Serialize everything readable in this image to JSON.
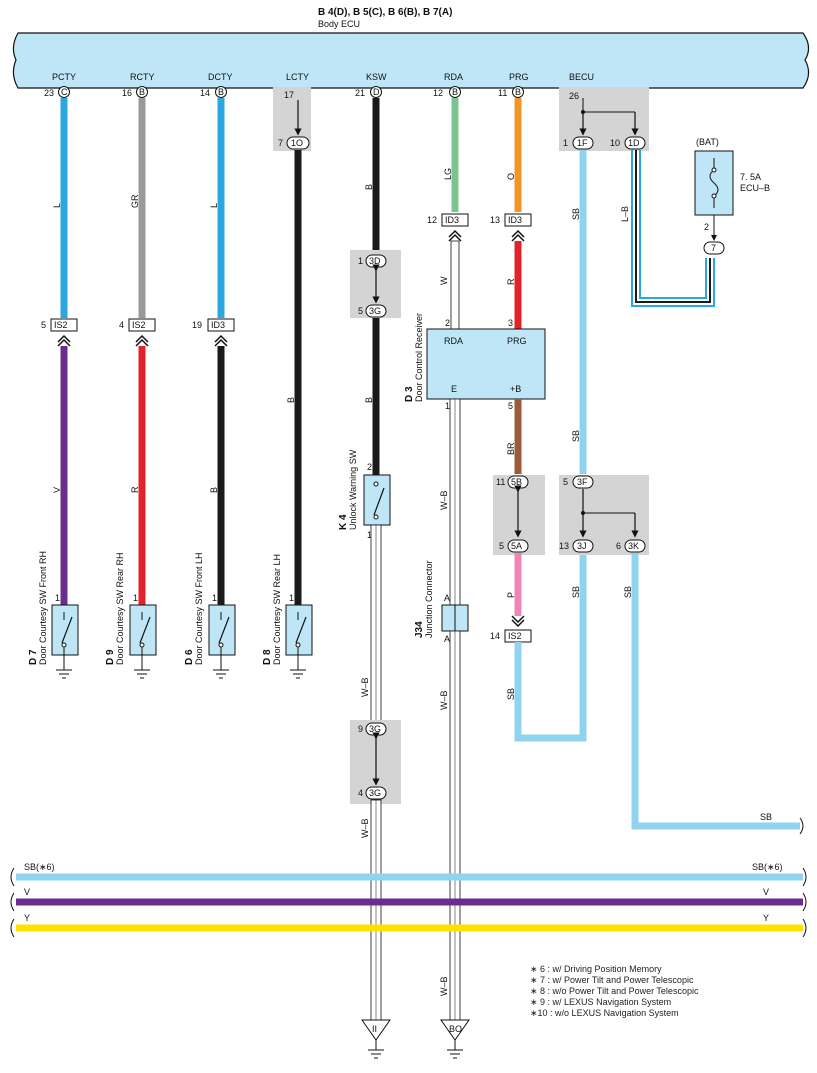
{
  "header": {
    "connectors": "B 4(D), B 5(C), B 6(B), B 7(A)",
    "ecu_name": "Body ECU"
  },
  "ecu_pins": [
    {
      "name": "PCTY",
      "num": "23",
      "conn": "C"
    },
    {
      "name": "RCTY",
      "num": "16",
      "conn": "B"
    },
    {
      "name": "DCTY",
      "num": "14",
      "conn": "B"
    },
    {
      "name": "LCTY",
      "num": "17",
      "conn": ""
    },
    {
      "name": "KSW",
      "num": "21",
      "conn": "D"
    },
    {
      "name": "RDA",
      "num": "12",
      "conn": "B"
    },
    {
      "name": "PRG",
      "num": "11",
      "conn": "B"
    },
    {
      "name": "BECU",
      "num": "26",
      "conn": ""
    }
  ],
  "wire_colors": {
    "L": "#29a8e0",
    "GR": "#9a9a9a",
    "B": "#1a1a1a",
    "LG": "#7cc48f",
    "O": "#f39425",
    "W": "#ffffff",
    "R": "#e3232c",
    "V": "#6a2c8f",
    "SB": "#8fd3f0",
    "BR": "#9c5b3a",
    "P": "#ec86b8",
    "Y": "#ffe100",
    "W-B": "#ffffff"
  },
  "wire_labels": {
    "pcty": "L",
    "rcty": "GR",
    "dcty": "L",
    "ksw_top": "B",
    "lcty": "B",
    "ksw_mid": "B",
    "rda_top": "LG",
    "prg_top": "O",
    "rda_mid": "W",
    "prg_mid": "R",
    "becu": "SB",
    "lb": "L–B",
    "d7": "V",
    "d9": "R",
    "d6": "B",
    "brs": "BR",
    "wb1": "W–B",
    "sb2": "SB",
    "p": "P",
    "sb3": "SB",
    "sb4": "SB",
    "sb5": "SB",
    "wb_k4": "W–B",
    "wb_j34": "W–B",
    "wb_k4b": "W–B",
    "wb_j34b": "W–B",
    "sb_end": "SB"
  },
  "connector_tags": {
    "is2_a": "IS2",
    "is2_b": "IS2",
    "id3_a": "ID3",
    "id3_rda": "ID3",
    "id3_prg": "ID3",
    "is2_p": "IS2"
  },
  "pin_nums": {
    "p5": "5",
    "p4": "4",
    "p19": "19",
    "p7": "7",
    "c1o": "1O",
    "p12": "12",
    "p13": "13",
    "p1": "1",
    "c1f": "1F",
    "p10": "10",
    "c1d": "1D",
    "p1_3d": "1",
    "c3d": "3D",
    "p5_3g": "5",
    "c3g": "3G",
    "p2": "2",
    "p3": "3",
    "p1d3": "1",
    "p5d3": "5",
    "p2k4": "2",
    "p1k4": "1",
    "p11": "11",
    "c5b": "5B",
    "p5a": "5",
    "c5a": "5A",
    "p5_3f": "5",
    "c3f": "3F",
    "p13_3j": "13",
    "c3j": "3J",
    "p6": "6",
    "c3k": "3K",
    "p14": "14",
    "pa1": "A",
    "pa2": "A",
    "p9": "9",
    "c3g2": "3G",
    "p4b": "4",
    "c3g3": "3G",
    "sw1": "1",
    "sw2": "1",
    "sw3": "1",
    "sw4": "1",
    "bat_pin": "2",
    "bat_conn": "7"
  },
  "components": {
    "d7": {
      "code": "D 7",
      "name": "Door Courtesy SW Front RH"
    },
    "d9": {
      "code": "D 9",
      "name": "Door Courtesy SW Rear RH"
    },
    "d6": {
      "code": "D 6",
      "name": "Door Courtesy SW Front LH"
    },
    "d8": {
      "code": "D 8",
      "name": "Door Courtesy SW Rear LH"
    },
    "k4": {
      "code": "K 4",
      "name": "Unlock Warning SW"
    },
    "d3": {
      "code": "D 3",
      "name": "Door Control Receiver",
      "pin_rda": "RDA",
      "pin_prg": "PRG",
      "pin_e": "E",
      "pin_b": "+B"
    },
    "j34": {
      "code": "J34",
      "name": "Junction Connector"
    }
  },
  "fuse": {
    "bat": "(BAT)",
    "rating": "7. 5A",
    "name": "ECU–B"
  },
  "buses": [
    {
      "left": "SB(∗6)",
      "right": "SB(∗6)",
      "color": "#8fd3f0"
    },
    {
      "left": "V",
      "right": "V",
      "color": "#6a2c8f"
    },
    {
      "left": "Y",
      "right": "Y",
      "color": "#ffe100"
    }
  ],
  "grounds": {
    "ii": "II",
    "bo": "BO"
  },
  "notes": [
    "∗ 6 : w/ Driving Position Memory",
    "∗ 7 : w/ Power Tilt and Power Telescopic",
    "∗ 8 : w/o Power Tilt and Power Telescopic",
    "∗ 9 : w/ LEXUS Navigation System",
    "∗10 : w/o LEXUS Navigation System"
  ]
}
